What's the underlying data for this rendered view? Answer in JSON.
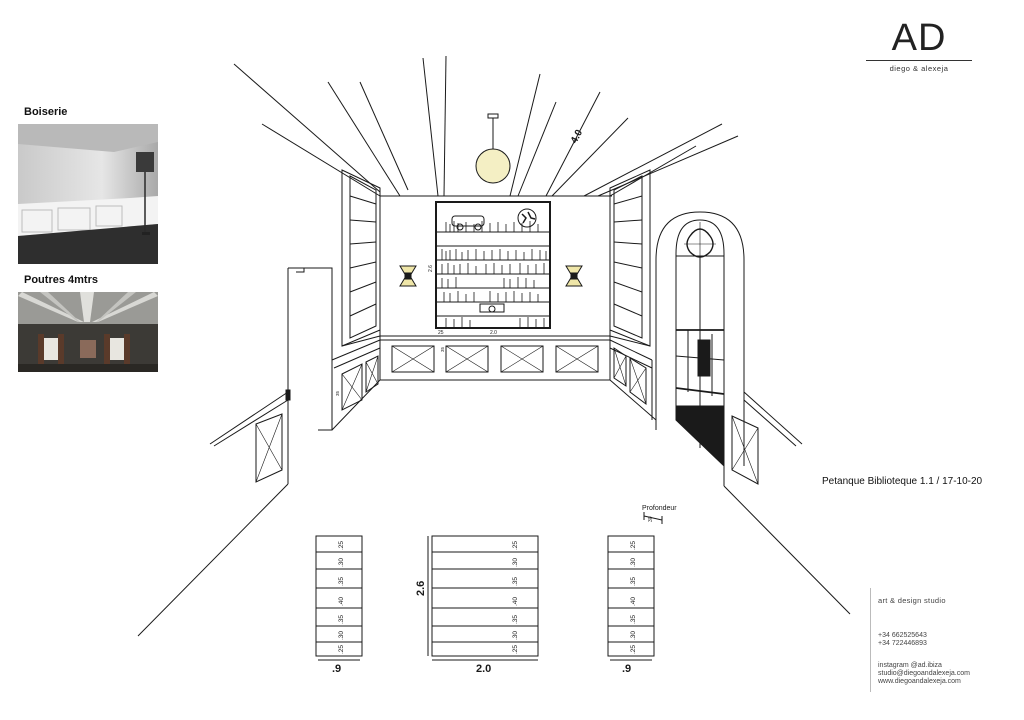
{
  "brand": {
    "mark": "AD",
    "subtitle": "diego & alexeja"
  },
  "references": [
    {
      "label": "Boiserie"
    },
    {
      "label": "Poutres 4mtrs"
    }
  ],
  "project_caption": "Petanque Biblioteque 1.1 / 17-10-20",
  "studio": {
    "tagline": "art & design studio",
    "phones": [
      "+34 662525643",
      "+34 722446893"
    ],
    "instagram": "instagram @ad.ibiza",
    "email": "studio@diegoandalexeja.com",
    "website": "www.diegoandalexeja.com"
  },
  "perspective_dims": {
    "ceiling_height": "4.0",
    "shelf_height": "2.6",
    "shelf_width": "2.0",
    "shelf_foot": "25",
    "wainscot_height": "35",
    "left_wainscot": "35"
  },
  "elevations": {
    "depth_label": "Profondeur",
    "depth_value": "30",
    "left": {
      "width": ".9",
      "shelves": [
        ".25",
        ".30",
        ".35",
        ".40",
        ".35",
        ".30",
        ".25"
      ]
    },
    "center": {
      "width": "2.0",
      "height": "2.6",
      "shelves": [
        ".25",
        ".30",
        ".35",
        ".40",
        ".35",
        ".30",
        ".25"
      ]
    },
    "right": {
      "width": ".9",
      "shelves": [
        ".25",
        ".30",
        ".35",
        ".40",
        ".35",
        ".30",
        ".25"
      ]
    }
  },
  "colors": {
    "line": "#1a1a1a",
    "lamp_glass": "#f4efc4",
    "sconce": "#efe6a8"
  }
}
